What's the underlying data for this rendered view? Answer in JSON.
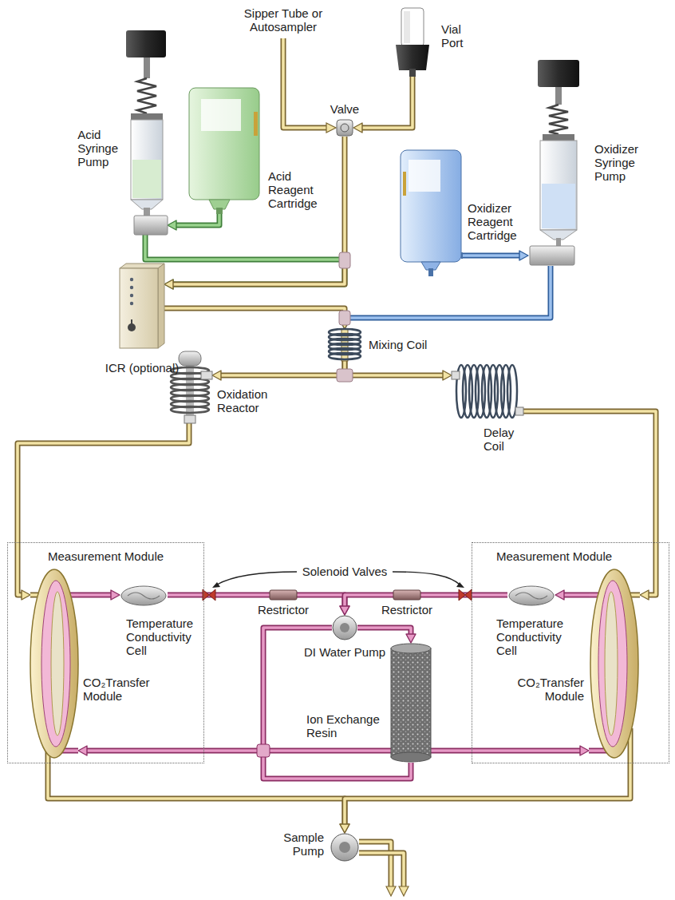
{
  "diagram": {
    "nodes": [
      {
        "text": [
          "Vial Port"
        ]
      },
      {
        "text": [
          "Valve"
        ]
      },
      {
        "text": [
          "Acid Syringe Pump"
        ]
      },
      {
        "text": [
          "Acid Reagent Cartridge"
        ]
      },
      {
        "text": [
          "Oxidizer Reagent Cartridge"
        ]
      },
      {
        "text": [
          "Oxidizer Syringe Pump"
        ]
      },
      {
        "text": [
          "ICR (optional)"
        ]
      },
      {
        "text": [
          "Mixing Coil"
        ]
      },
      {
        "text": [
          "Oxidation Reactor"
        ]
      },
      {
        "text": [
          "Delay Coil"
        ]
      },
      {
        "text": [
          "Measurement Module"
        ]
      },
      {
        "text": [
          "Temperature Conductivity Cell"
        ],
        "in": 10
      },
      {
        "text": [
          "CO₂Transfer Module"
        ],
        "in": 10
      },
      {
        "text": [
          "Measurement Module"
        ]
      },
      {
        "text": [
          "Temperature Conductivity Cell"
        ],
        "in": 13
      },
      {
        "text": [
          "CO₂Transfer Module"
        ],
        "in": 13
      },
      {
        "text": [
          "DI Water Pump"
        ]
      },
      {
        "text": [
          "Ion Exchange Resin"
        ]
      },
      {
        "text": [
          "Sample Pump"
        ]
      }
    ],
    "edges": [
      {
        "from": 3,
        "to": 2,
        "arrow": "to"
      },
      {
        "from": 2,
        "to": 6,
        "arrow": "to"
      },
      {
        "from": 4,
        "to": 5,
        "arrow": "to"
      },
      {
        "from": 5,
        "to": 7,
        "arrow": "to"
      },
      {
        "from": 0,
        "to": 1,
        "arrow": "to"
      },
      {
        "from": 1,
        "to": 6,
        "arrow": "to"
      },
      {
        "from": 6,
        "to": 7,
        "arrow": "to"
      },
      {
        "from": 7,
        "to": 8,
        "arrow": "to"
      },
      {
        "from": 7,
        "to": 9,
        "arrow": "to"
      },
      {
        "from": 8,
        "to": 12,
        "arrow": "to"
      },
      {
        "from": 9,
        "to": 15,
        "arrow": "to"
      },
      {
        "from": 12,
        "to": 18,
        "arrow": "to"
      },
      {
        "from": 15,
        "to": 18,
        "arrow": "to"
      },
      {
        "from": 12,
        "to": 11,
        "arrow": "to"
      },
      {
        "from": 15,
        "to": 14,
        "arrow": "to"
      },
      {
        "from": 11,
        "to": 16,
        "arrow": "to"
      },
      {
        "from": 14,
        "to": 16,
        "arrow": "to"
      },
      {
        "from": 16,
        "to": 17,
        "arrow": "to"
      },
      {
        "from": 17,
        "to": 12,
        "arrow": "to"
      },
      {
        "from": 17,
        "to": 15,
        "arrow": "to"
      }
    ],
    "labels": [
      "Sipper Tube or Autosampler",
      "Solenoid Valves",
      "Restrictor",
      "Restrictor"
    ]
  }
}
